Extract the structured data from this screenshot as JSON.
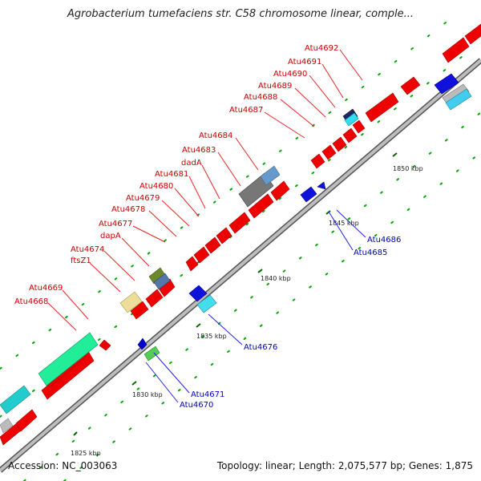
{
  "title": "Agrobacterium tumefaciens str. C58 chromosome linear, comple...",
  "footer": {
    "accession": "Accession: NC_003063",
    "summary": "Topology: linear; Length: 2,075,577 bp; Genes: 1,875"
  },
  "colors": {
    "forward_gene": "#ee0000",
    "reverse_gene": "#0000cc",
    "backbone": "#999999",
    "forward_label": "#cc0000",
    "reverse_label": "#0000bb"
  },
  "scale": [
    {
      "label": "1825 kbp",
      "kbp": 1825
    },
    {
      "label": "1830 kbp",
      "kbp": 1830
    },
    {
      "label": "1835 kbp",
      "kbp": 1835
    },
    {
      "label": "1840 kbp",
      "kbp": 1840
    },
    {
      "label": "1845 kbp",
      "kbp": 1845
    },
    {
      "label": "1850 kbp",
      "kbp": 1850
    }
  ],
  "forward_labels": [
    "Atu4668",
    "Atu4669",
    "ftsZ1",
    "Atu4674",
    "dapA",
    "Atu4677",
    "Atu4678",
    "Atu4679",
    "Atu4680",
    "Atu4681",
    "dadA",
    "Atu4683",
    "Atu4684",
    "Atu4687",
    "Atu4688",
    "Atu4689",
    "Atu4690",
    "Atu4691",
    "Atu4692"
  ],
  "reverse_labels": [
    "Atu4670",
    "Atu4671",
    "Atu4676",
    "Atu4685",
    "Atu4686"
  ]
}
